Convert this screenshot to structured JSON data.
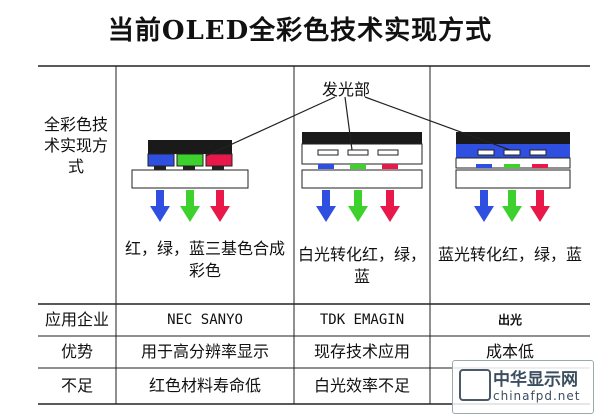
{
  "title": "当前OLED全彩色技术实现方式",
  "callout": "发光部",
  "row_header": "全彩色技术实现方式",
  "methods": [
    {
      "desc": "红，绿，蓝三基色合成彩色",
      "company": "NEC SANYO",
      "advantage": "用于高分辨率显示",
      "drawback": "红色材料寿命低"
    },
    {
      "desc": "白光转化红，绿，蓝",
      "company": "TDK EMAGIN",
      "advantage": "现存技术应用",
      "drawback": "白光效率不足"
    },
    {
      "desc": "蓝光转化红，绿，蓝",
      "company": "出光",
      "advantage": "成本低",
      "drawback": ""
    }
  ],
  "rows": {
    "company": "应用企业",
    "advantage": "优势",
    "drawback": "不足"
  },
  "watermark": {
    "brand": "中华显示网",
    "url": "chinafpd.net"
  },
  "colors": {
    "red": "#e8194a",
    "green": "#3ed12d",
    "blue": "#2f4fe0",
    "dark": "#1a1a1a"
  }
}
